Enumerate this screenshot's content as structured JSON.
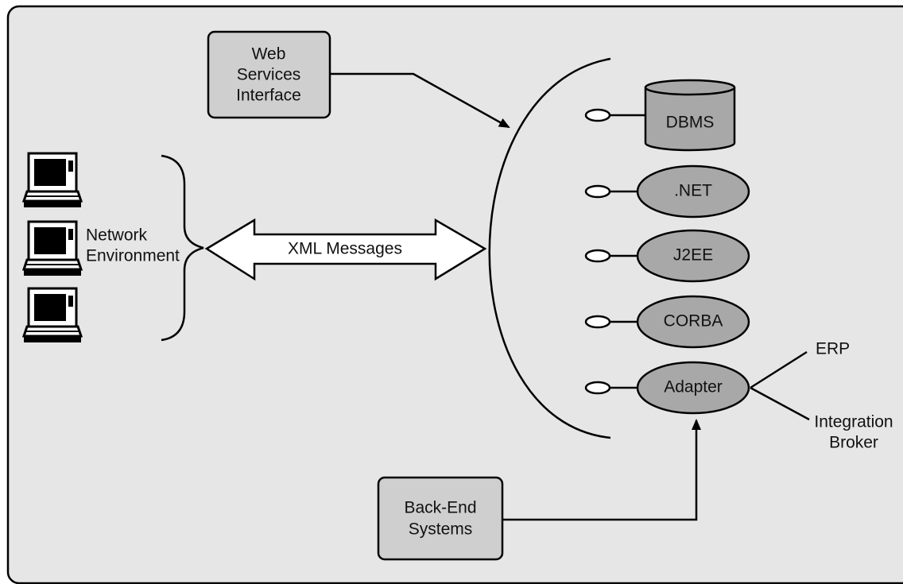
{
  "colors": {
    "background": "#e6e6e6",
    "box_fill": "#cfcfcf",
    "node_fill": "#a8a8a8",
    "stroke": "#000000"
  },
  "boxes": {
    "web_services": [
      "Web",
      "Services",
      "Interface"
    ],
    "back_end": [
      "Back-End",
      "Systems"
    ]
  },
  "network": {
    "label": [
      "Network",
      "Environment"
    ],
    "computers": [
      "computer-icon",
      "computer-icon",
      "computer-icon"
    ]
  },
  "arrow": {
    "label": "XML Messages"
  },
  "components": {
    "dbms": "DBMS",
    "net": ".NET",
    "j2ee": "J2EE",
    "corba": "CORBA",
    "adapter": "Adapter"
  },
  "adapter_links": {
    "erp": "ERP",
    "integration_broker": [
      "Integration",
      "Broker"
    ]
  }
}
